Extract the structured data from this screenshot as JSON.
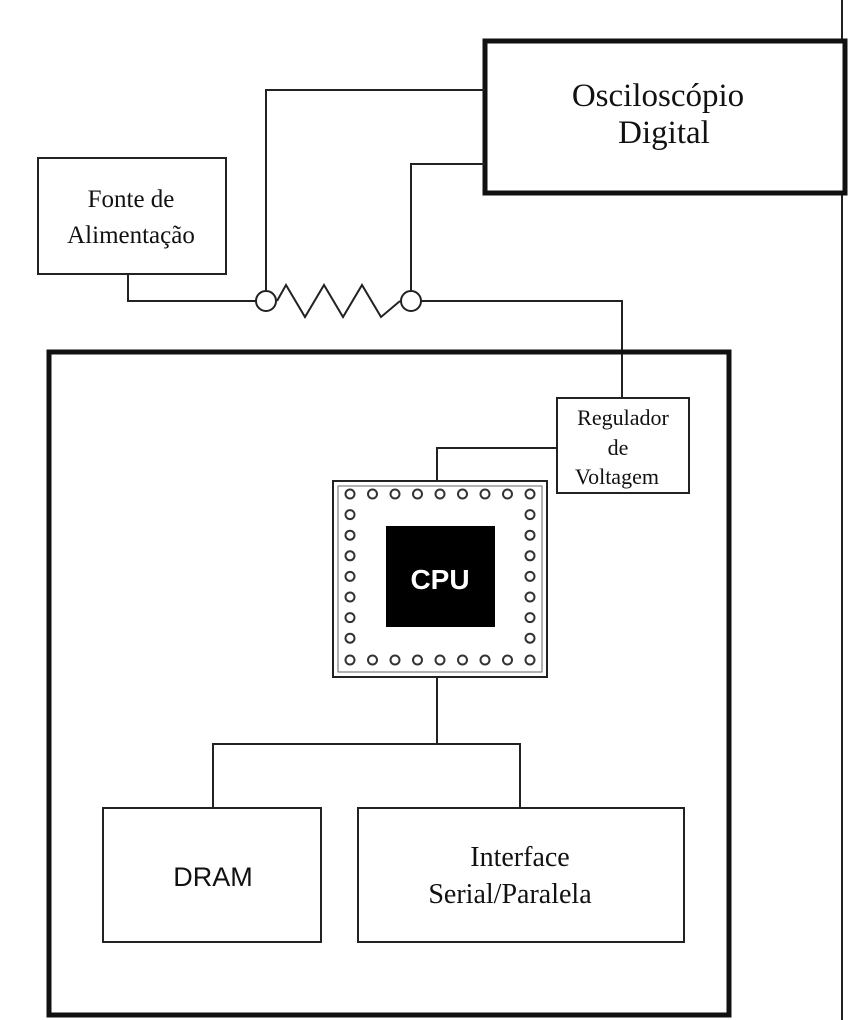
{
  "oscilloscope": {
    "line1": "Osciloscópio",
    "line2": "Digital"
  },
  "power_supply": {
    "line1": "Fonte de",
    "line2": "Alimentação"
  },
  "regulator": {
    "line1": "Regulador",
    "line2": "de",
    "line3": "Voltagem"
  },
  "cpu": {
    "label": "CPU"
  },
  "dram": {
    "label": "DRAM"
  },
  "interface": {
    "line1": "Interface",
    "line2": "Serial/Paralela"
  }
}
